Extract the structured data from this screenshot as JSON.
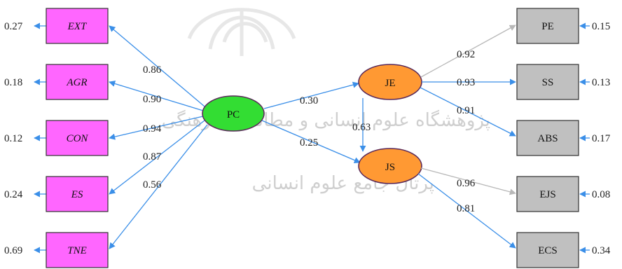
{
  "watermark": {
    "line1": "پژوهشگاه علوم انسانی و مطالعات فرهنگی",
    "line2": "پرتال جامع علوم انسانی"
  },
  "colors": {
    "left_box_fill": "#ff66ff",
    "right_box_fill": "#c0c0c0",
    "pc_fill": "#33dd33",
    "je_js_fill": "#ff9933",
    "arrow_blue": "#3b8fe8",
    "arrow_gray": "#b8b8b8"
  },
  "left_indicators": [
    {
      "id": "ext",
      "label": "EXT",
      "error": "0.27",
      "loading": "0.86"
    },
    {
      "id": "agr",
      "label": "AGR",
      "error": "0.18",
      "loading": "0.90"
    },
    {
      "id": "con",
      "label": "CON",
      "error": "0.12",
      "loading": "0.94"
    },
    {
      "id": "es",
      "label": "ES",
      "error": "0.24",
      "loading": "0.87"
    },
    {
      "id": "tne",
      "label": "TNE",
      "error": "0.69",
      "loading": "0.56"
    }
  ],
  "latents": {
    "pc": "PC",
    "je": "JE",
    "js": "JS"
  },
  "structural": {
    "pc_je": "0.30",
    "pc_js": "0.25",
    "je_js": "0.63"
  },
  "right_indicators": [
    {
      "id": "pe",
      "label": "PE",
      "error": "0.15",
      "loading": "0.92",
      "from": "je",
      "arrow": "gray"
    },
    {
      "id": "ss",
      "label": "SS",
      "error": "0.13",
      "loading": "0.93",
      "from": "je",
      "arrow": "blue"
    },
    {
      "id": "abs",
      "label": "ABS",
      "error": "0.17",
      "loading": "0.91",
      "from": "je",
      "arrow": "blue"
    },
    {
      "id": "ejs",
      "label": "EJS",
      "error": "0.08",
      "loading": "0.96",
      "from": "js",
      "arrow": "gray"
    },
    {
      "id": "ecs",
      "label": "ECS",
      "error": "0.34",
      "loading": "0.81",
      "from": "js",
      "arrow": "blue"
    }
  ]
}
